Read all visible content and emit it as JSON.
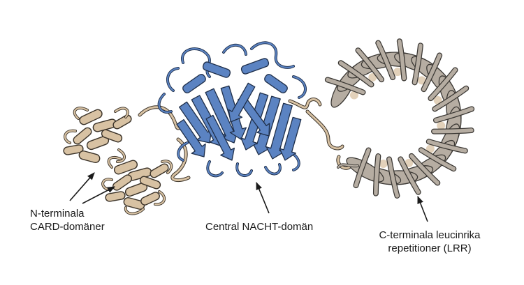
{
  "diagram": {
    "domains": [
      {
        "id": "card",
        "label_lines": [
          "N-terminala",
          "CARD-domäner"
        ],
        "color": "#d8c2a3",
        "stroke": "#3a3228"
      },
      {
        "id": "nacht",
        "label_lines": [
          "Central NACHT-domän"
        ],
        "color": "#5b83c2",
        "stroke": "#1f2f4a"
      },
      {
        "id": "lrr",
        "label_lines": [
          "C-terminala leucinrika",
          "repetitioner (LRR)"
        ],
        "color": "#b6ada2",
        "stroke": "#3b3834"
      }
    ],
    "linker_color": "#d8c2a3"
  }
}
